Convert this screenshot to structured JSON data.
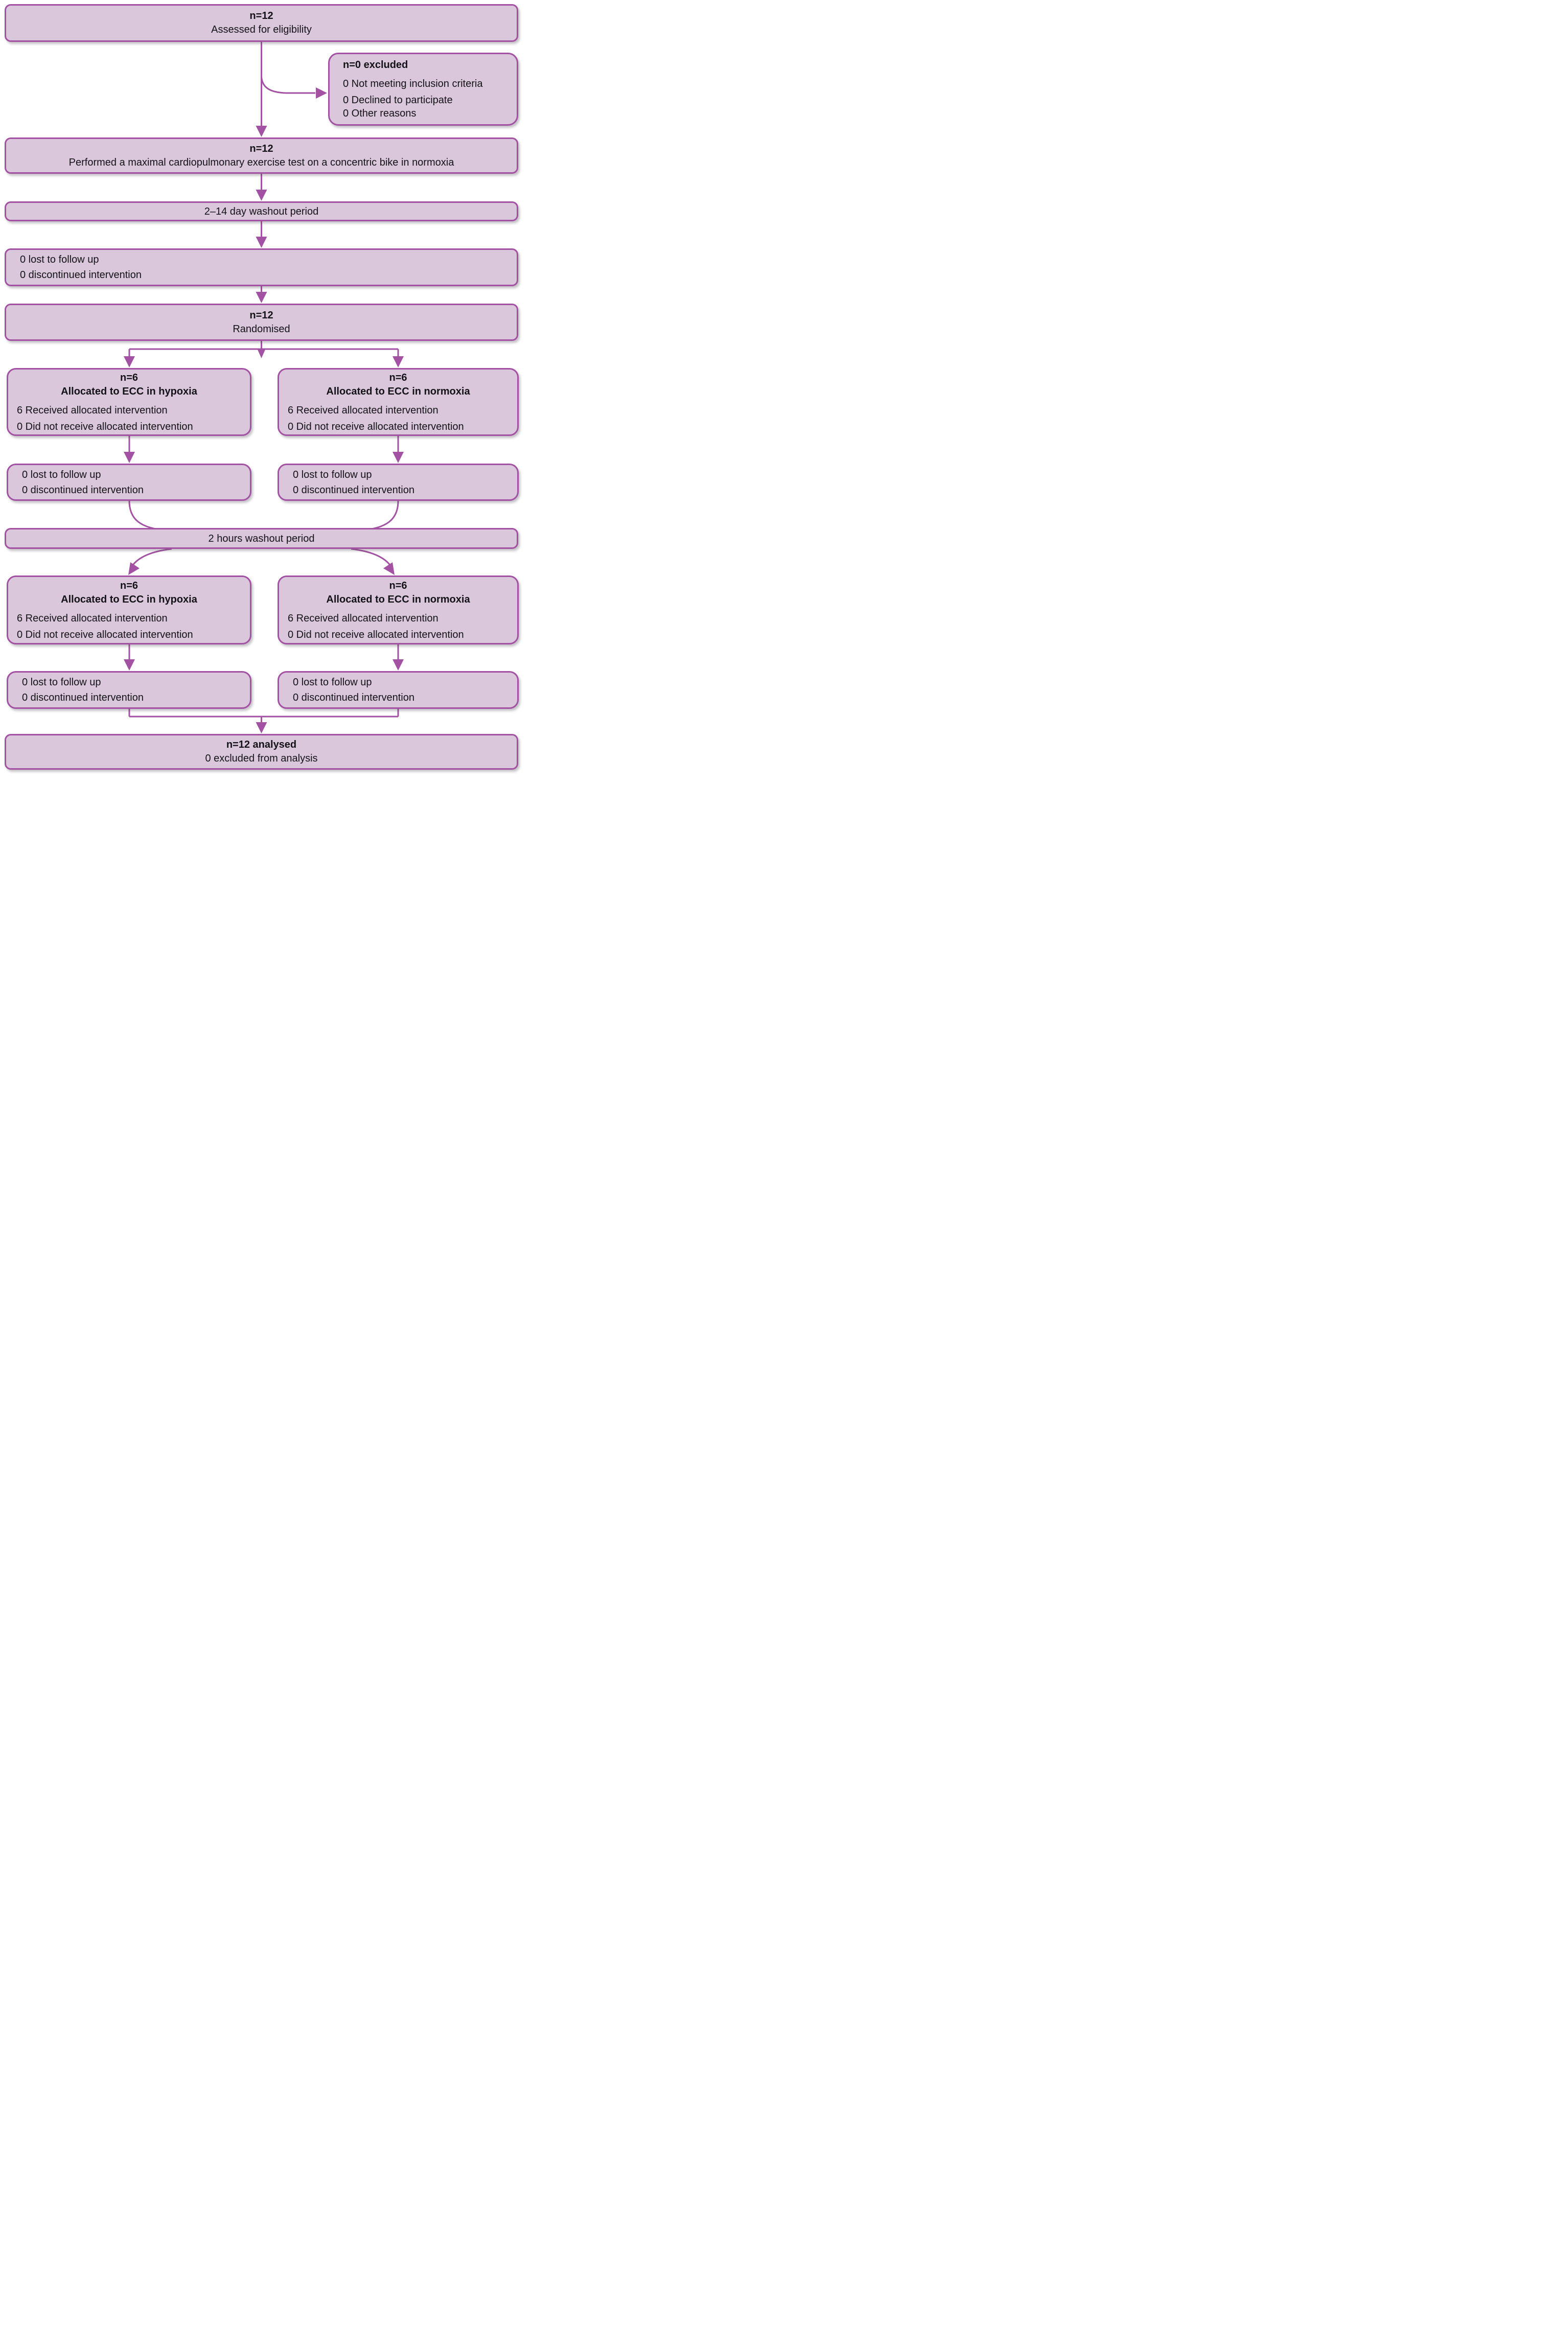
{
  "colors": {
    "box_fill": "#dbc7db",
    "box_border": "#a351a3",
    "connector": "#a351a3",
    "text": "#121216"
  },
  "boxes": {
    "assessed": {
      "n": "n=12",
      "label": "Assessed for eligibility"
    },
    "excluded": {
      "title": "n=0 excluded",
      "items": [
        "0 Not meeting inclusion criteria",
        "0 Declined to participate",
        "0 Other reasons"
      ]
    },
    "cpet": {
      "n": "n=12",
      "label": "Performed a maximal cardiopulmonary exercise test on a concentric bike in normoxia"
    },
    "washout1": {
      "label": "2–14 day washout period"
    },
    "lost_pre": {
      "lines": [
        "0 lost to follow up",
        "0 discontinued intervention"
      ]
    },
    "randomised": {
      "n": "n=12",
      "label": "Randomised"
    },
    "alloc_round1_left": {
      "n": "n=6",
      "title": "Allocated to ECC in hypoxia",
      "items": [
        "6 Received allocated intervention",
        "0 Did not receive allocated intervention"
      ]
    },
    "alloc_round1_right": {
      "n": "n=6",
      "title": "Allocated to ECC in normoxia",
      "items": [
        "6 Received allocated intervention",
        "0 Did not receive allocated intervention"
      ]
    },
    "lost_round1_left": {
      "lines": [
        "0 lost to follow up",
        "0 discontinued intervention"
      ]
    },
    "lost_round1_right": {
      "lines": [
        "0 lost to follow up",
        "0 discontinued intervention"
      ]
    },
    "washout2": {
      "label": "2 hours washout period"
    },
    "alloc_round2_left": {
      "n": "n=6",
      "title": "Allocated to ECC in hypoxia",
      "items": [
        "6 Received allocated intervention",
        "0 Did not receive allocated intervention"
      ]
    },
    "alloc_round2_right": {
      "n": "n=6",
      "title": "Allocated to ECC in normoxia",
      "items": [
        "6 Received allocated intervention",
        "0 Did not receive allocated intervention"
      ]
    },
    "lost_round2_left": {
      "lines": [
        "0 lost to follow up",
        "0 discontinued intervention"
      ]
    },
    "lost_round2_right": {
      "lines": [
        "0 lost to follow up",
        "0 discontinued intervention"
      ]
    },
    "analysed": {
      "title": "n=12 analysed",
      "label": "0 excluded from analysis"
    }
  }
}
